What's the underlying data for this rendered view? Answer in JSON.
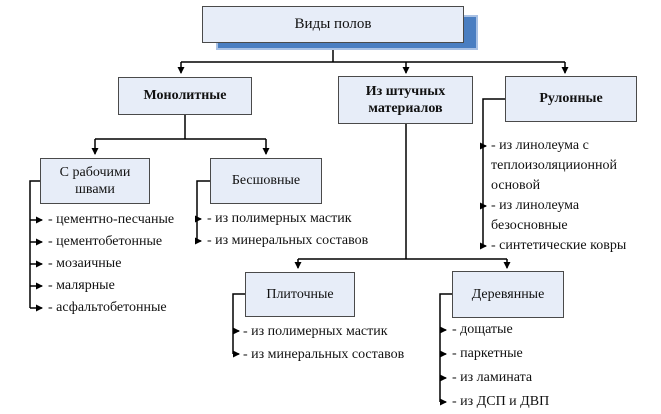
{
  "nodes": {
    "root": "Виды полов",
    "monolithic": "Монолитные",
    "piece": "Из штучных материалов",
    "roll": "Рулонные",
    "seams": "С рабочими швами",
    "seamless": "Бесшовные",
    "tile": "Плиточные",
    "wood": "Деревянные"
  },
  "items": {
    "seams": [
      "- цементно-песчаные",
      "- цементобетонные",
      "- мозаичные",
      "- малярные",
      "- асфальтобетонные"
    ],
    "seamless": [
      "- из полимерных мастик",
      "- из минеральных составов"
    ],
    "roll": [
      "- из линолеума с теплоизоляциионной основой",
      "- из линолеума безосновные",
      "- синтетические ковры"
    ],
    "tile": [
      "- из полимерных мастик",
      "- из минеральных составов"
    ],
    "wood": [
      "- дощатые",
      "- паркетные",
      "- из ламината",
      "- из ДСП и ДВП"
    ]
  },
  "colors": {
    "box_fill": "#e7edf8",
    "box_border": "#4a4a4a",
    "shadow": "#4a7ec1",
    "shadow_edge": "#a9c1e4",
    "line": "#000000",
    "text": "#111111",
    "bg": "#ffffff"
  }
}
